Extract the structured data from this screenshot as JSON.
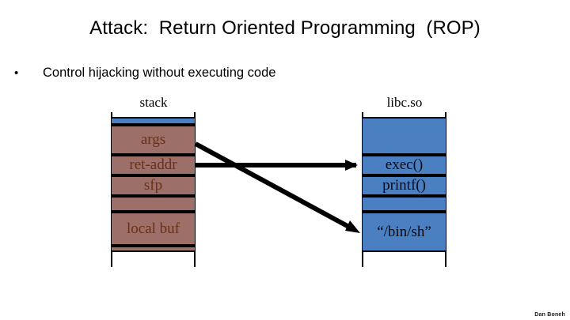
{
  "slide": {
    "title": "Attack:  Return Oriented Programming  (ROP)",
    "credit": "Dan Boneh"
  },
  "bullets": [
    {
      "marker": "•",
      "text": "Control hijacking without executing code"
    }
  ],
  "diagram": {
    "stack": {
      "heading": "stack",
      "segments": [
        {
          "label": "",
          "kind": "blue-strip"
        },
        {
          "label": "args",
          "kind": "brown"
        },
        {
          "label": "ret-addr",
          "kind": "brown"
        },
        {
          "label": "sfp",
          "kind": "brown"
        },
        {
          "label": "",
          "kind": "brown"
        },
        {
          "label": "local buf",
          "kind": "brown"
        },
        {
          "label": "",
          "kind": "brown"
        }
      ]
    },
    "libc": {
      "heading": "libc.so",
      "segments": [
        {
          "label": "",
          "kind": "blue"
        },
        {
          "label": "exec()",
          "kind": "blue"
        },
        {
          "label": "printf()",
          "kind": "blue"
        },
        {
          "label": "",
          "kind": "blue"
        },
        {
          "label": "“/bin/sh”",
          "kind": "blue"
        }
      ]
    },
    "arrows": [
      {
        "name": "ret-addr-to-exec",
        "from": "ret-addr",
        "to": "exec()"
      },
      {
        "name": "args-to-binsh",
        "from": "args",
        "to": "“/bin/sh”"
      }
    ],
    "colors": {
      "stack_fill": "#9c7068",
      "stack_text": "#6b2f16",
      "libc_fill": "#4a7fc1",
      "libc_text": "#0a0a14",
      "outline": "#000000",
      "background": "#ffffff"
    }
  }
}
